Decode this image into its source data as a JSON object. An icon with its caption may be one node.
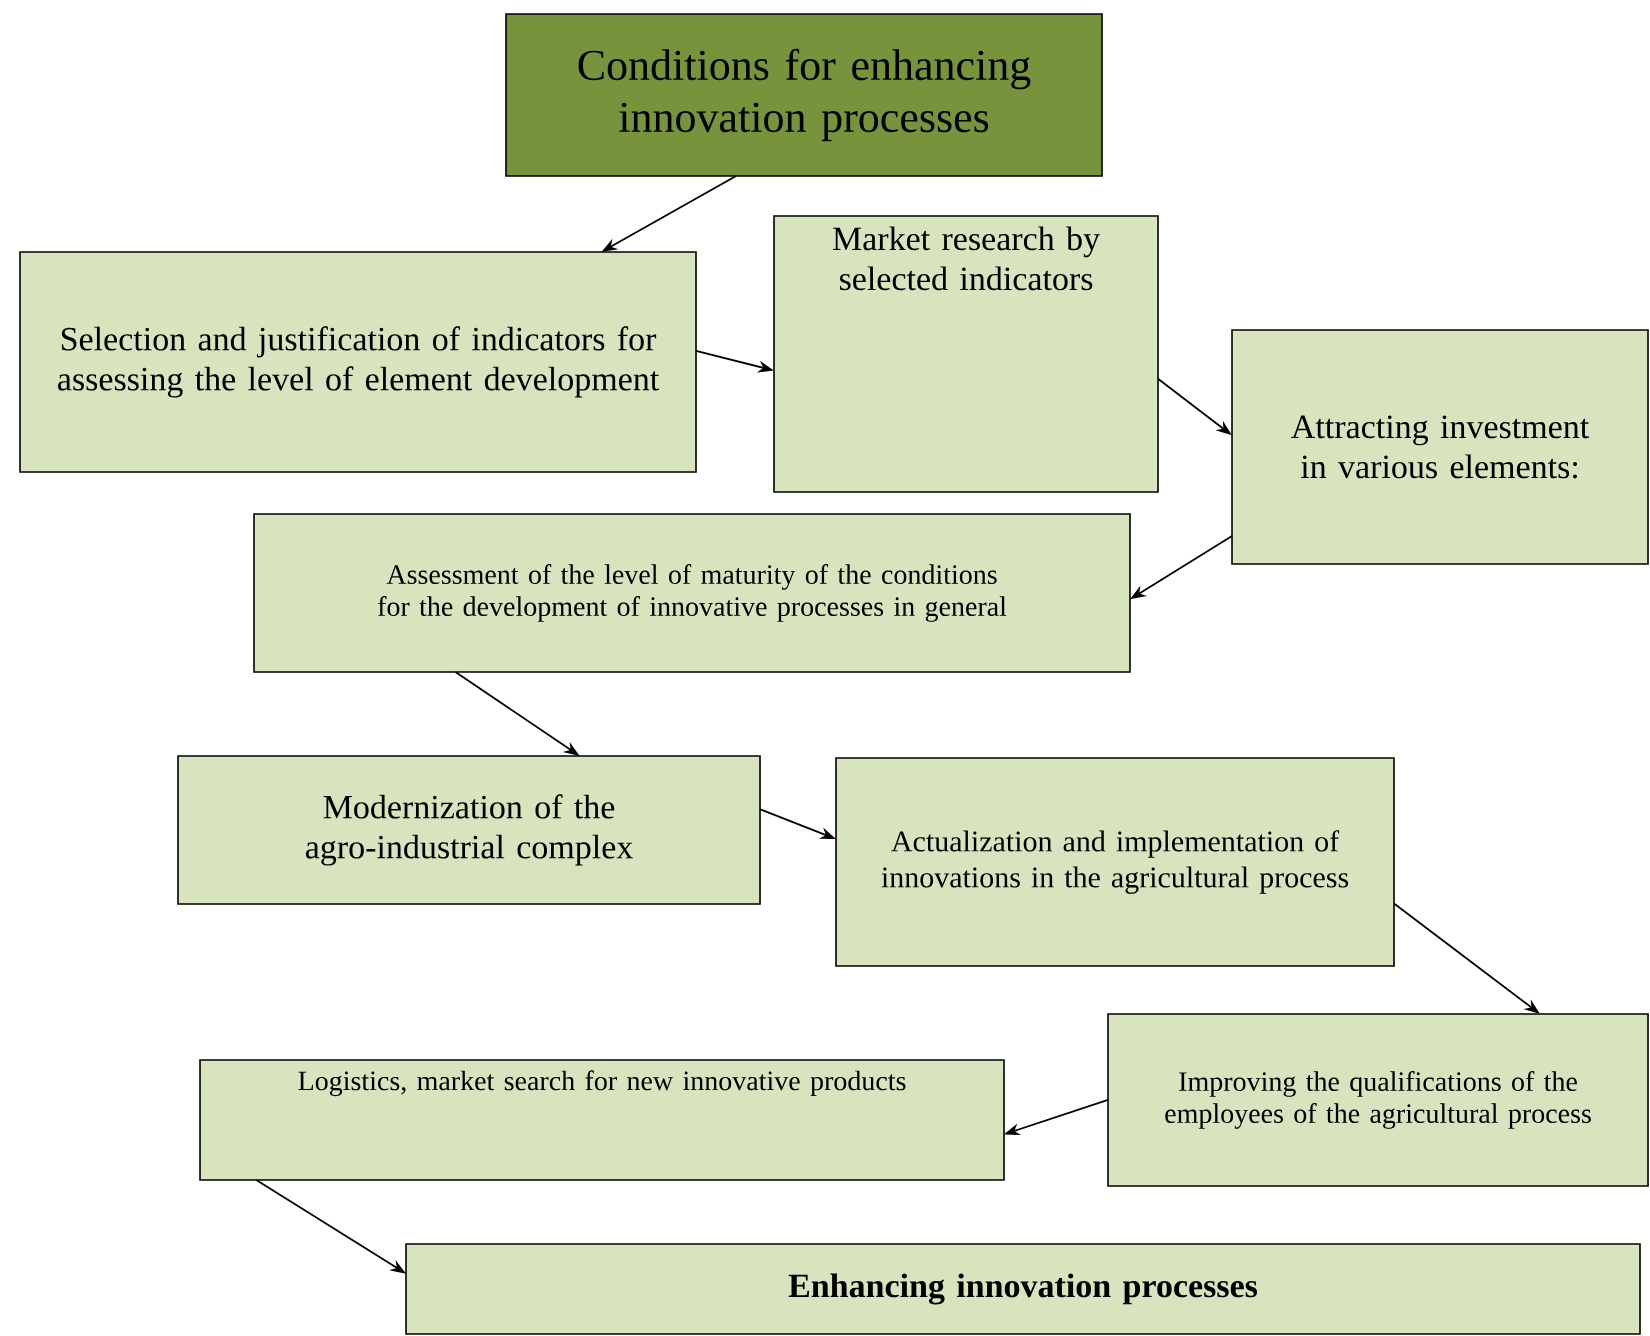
{
  "diagram": {
    "nodes": [
      {
        "text": [
          "Conditions for enhancing innovation processes"
        ]
      },
      {
        "text": [
          "Selection and justification of indicators for assessing the level of element development"
        ]
      },
      {
        "text": [
          "Market research by selected indicators"
        ]
      },
      {
        "text": [
          "Attracting investment in various elements:"
        ]
      },
      {
        "text": [
          "Assessment of the level of maturity of the conditions for the development of innovative processes in general"
        ]
      },
      {
        "text": [
          "Modernization of the agro-industrial complex"
        ]
      },
      {
        "text": [
          "Actualization and implementation of innovations in the agricultural process"
        ]
      },
      {
        "text": [
          "Improving the qualifications of the employees of the agricultural process"
        ]
      },
      {
        "text": [
          "Logistics, market search for new innovative products"
        ]
      },
      {
        "text": [
          "Enhancing innovation processes"
        ]
      }
    ],
    "edges": [
      {
        "from": 0,
        "to": 1,
        "arrow": "to"
      },
      {
        "from": 1,
        "to": 2,
        "arrow": "to"
      },
      {
        "from": 2,
        "to": 3,
        "arrow": "to"
      },
      {
        "from": 3,
        "to": 4,
        "arrow": "to"
      },
      {
        "from": 4,
        "to": 5,
        "arrow": "to"
      },
      {
        "from": 5,
        "to": 6,
        "arrow": "to"
      },
      {
        "from": 6,
        "to": 7,
        "arrow": "to"
      },
      {
        "from": 7,
        "to": 8,
        "arrow": "to"
      },
      {
        "from": 8,
        "to": 9,
        "arrow": "to"
      }
    ]
  }
}
